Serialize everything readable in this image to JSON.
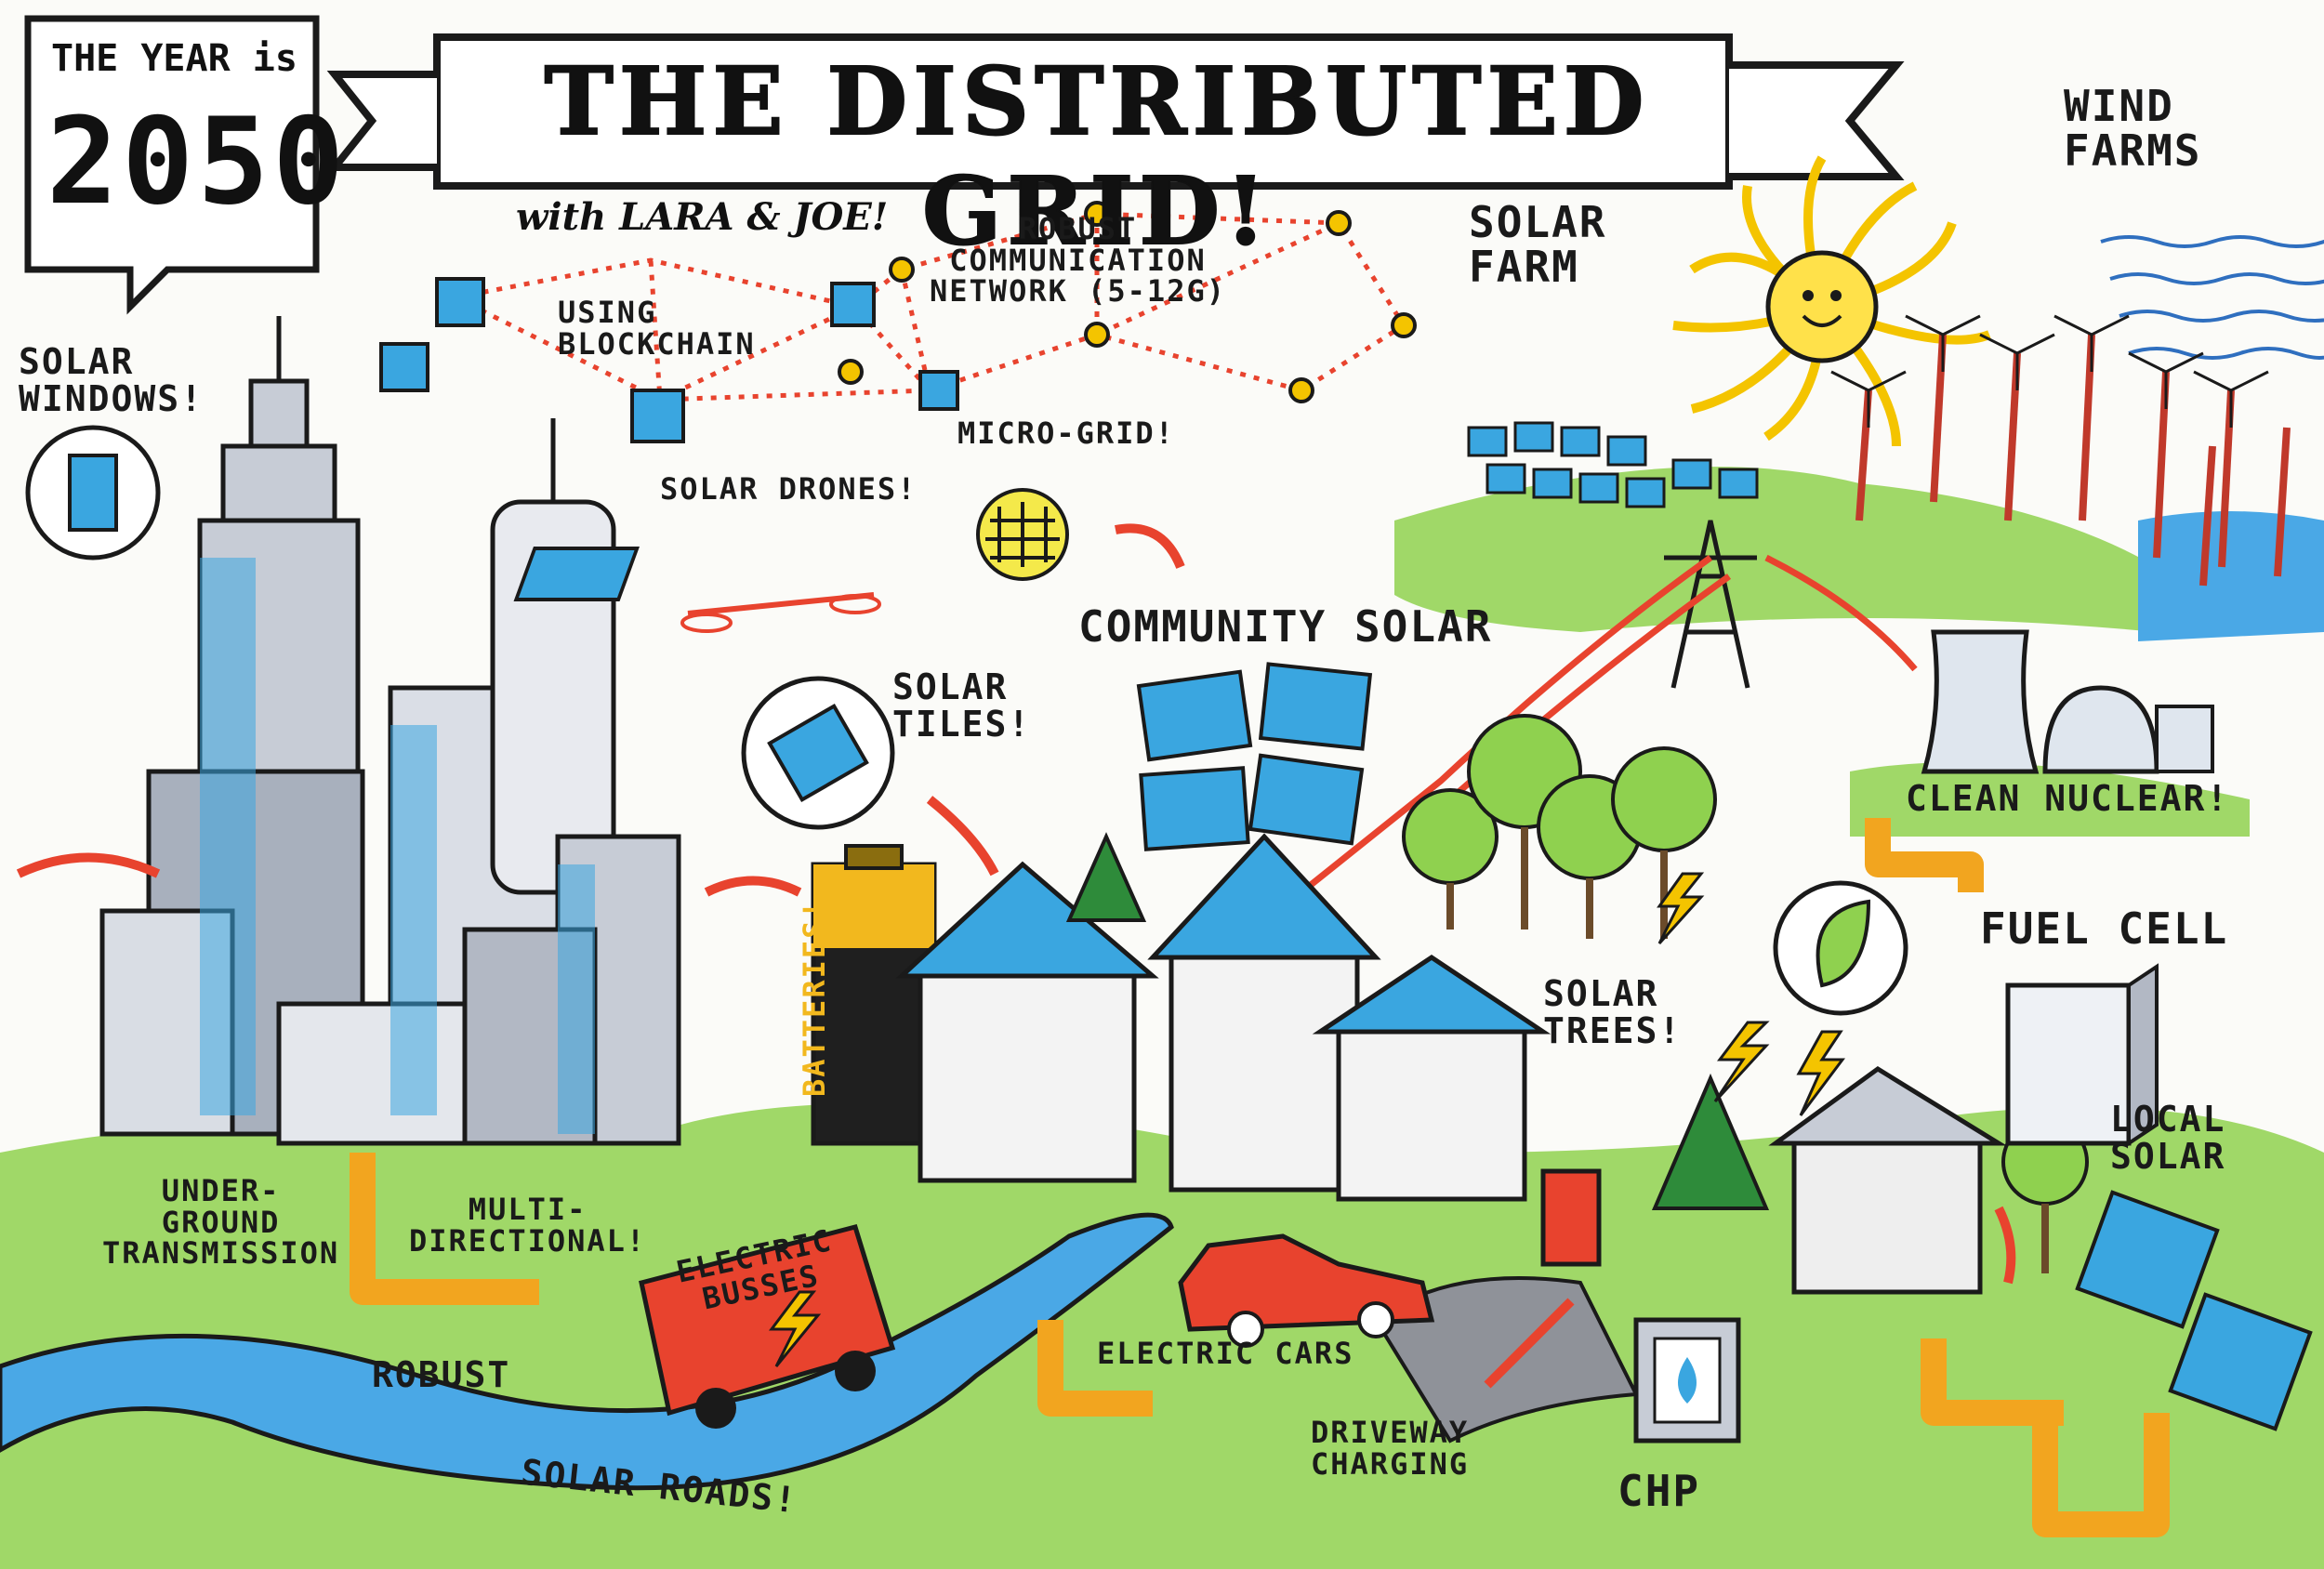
{
  "header": {
    "year_intro": "THE YEAR is",
    "year": "2050",
    "title": "THE DISTRIBUTED GRID!",
    "subtitle": "with LARA & JOE!"
  },
  "labels": {
    "wind_farms": "WIND\nFARMS",
    "solar_farm": "SOLAR\nFARM",
    "solar_windows": "SOLAR\nWINDOWS!",
    "using_blockchain": "USING\nBLOCKCHAIN",
    "robust_network": "ROBUST\nCOMMUNICATION\nNETWORK (5-12G)",
    "micro_grid": "MICRO-GRID!",
    "solar_drones": "SOLAR DRONES!",
    "community_solar": "COMMUNITY SOLAR",
    "solar_tiles": "SOLAR\nTILES!",
    "batteries": "BATTERIES!",
    "clean_nuclear": "CLEAN NUCLEAR!",
    "fuel_cell": "FUEL CELL",
    "solar_trees": "SOLAR\nTREES!",
    "local_solar": "LOCAL\nSOLAR",
    "underground_transmission": "UNDER-\nGROUND\nTRANSMISSION",
    "multi_directional": "MULTI-\nDIRECTIONAL!",
    "robust": "ROBUST",
    "electric_busses": "ELECTRIC\nBUSSES",
    "electric_cars": "ELECTRIC CARS",
    "solar_roads": "SOLAR ROADS!",
    "driveway_charging": "DRIVEWAY\nCHARGING",
    "chp": "CHP"
  },
  "colors": {
    "ink": "#1a1a1a",
    "grass": "#8fd14f",
    "sky_blue": "#3aa6e0",
    "solar_blue": "#2f86c9",
    "red": "#e8432e",
    "yellow": "#f4c400",
    "orange": "#f2a51f",
    "building_gray": "#b9bcc4",
    "water": "#4aa8e6"
  }
}
